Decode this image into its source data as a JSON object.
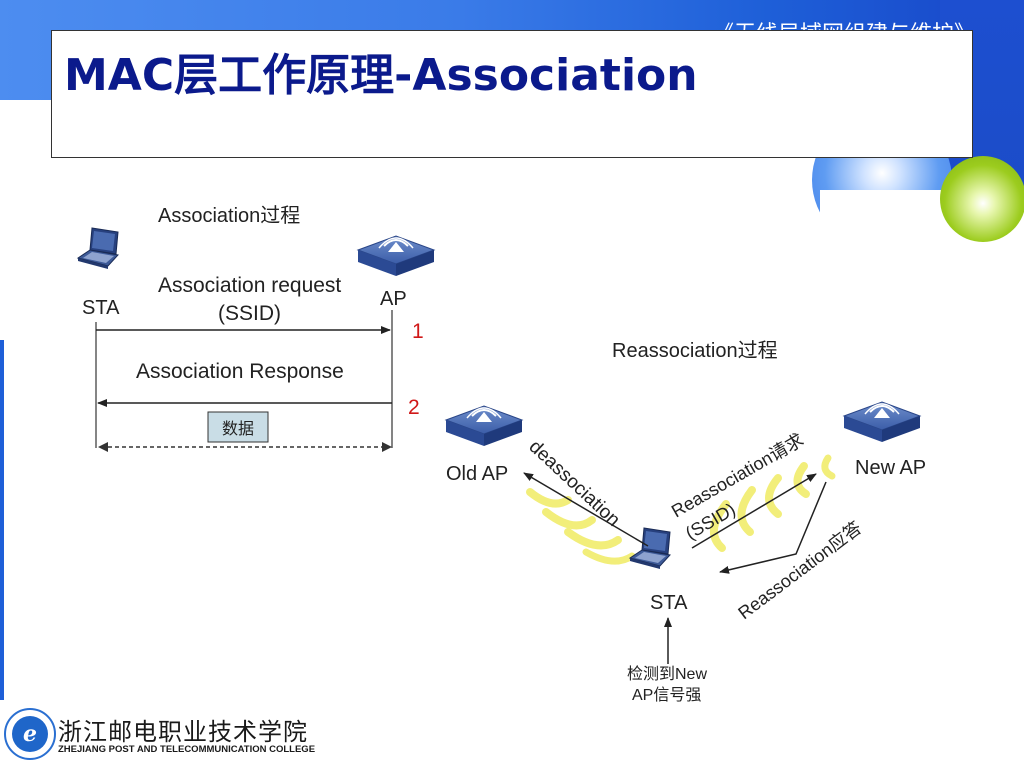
{
  "header": {
    "course_title": "《无线局域网组建与维护》",
    "slide_title": "MAC层工作原理-Association"
  },
  "association": {
    "heading": "Association过程",
    "sta_label": "STA",
    "ap_label": "AP",
    "request_line1": "Association request",
    "request_line2": "(SSID)",
    "step1": "1",
    "response_label": "Association Response",
    "step2": "2",
    "data_label": "数据"
  },
  "reassociation": {
    "heading": "Reassociation过程",
    "old_ap_label": "Old AP",
    "new_ap_label": "New AP",
    "sta_label": "STA",
    "deassociation_label": "deassociation",
    "request_line1": "Reassociation请求",
    "request_line2": "(SSID)",
    "response_label": "Reassociation应答",
    "detect_line1": "检测到New",
    "detect_line2": "AP信号强"
  },
  "footer": {
    "college_cn": "浙江邮电职业技术学院",
    "college_en": "ZHEJIANG POST AND TELECOMMUNICATION COLLEGE",
    "logo_letter": "e"
  },
  "colors": {
    "header_blue": "#3a7be8",
    "title_navy": "#0b1a8c",
    "step_red": "#d01818",
    "wave_yellow": "#f2ee7a",
    "data_box_fill": "#c9dde6"
  }
}
